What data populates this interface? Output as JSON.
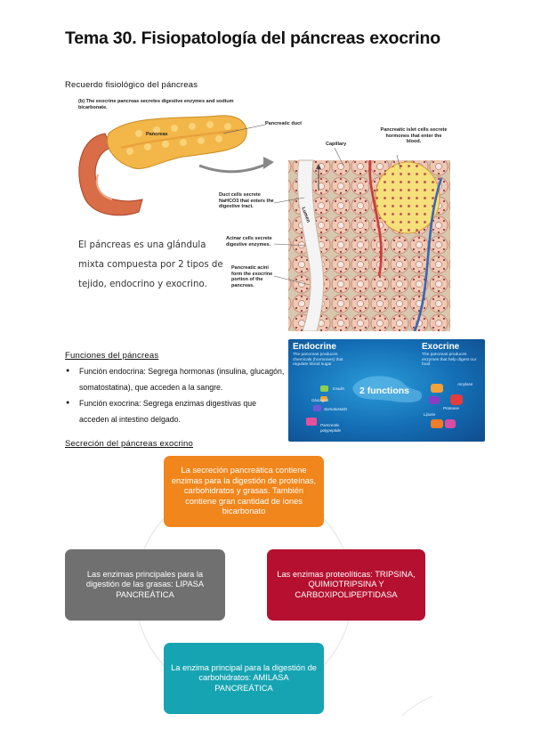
{
  "title": "Tema 30. Fisiopatología del páncreas exocrino",
  "section1": "Recuerdo fisiológico del páncreas",
  "figure_top": {
    "header": "(b) The exocrine pancreas secretes digestive enzymes and sodium bicarbonate.",
    "pancreas": "Pancreas",
    "pancreatic_duct": "Pancreatic duct",
    "capillary": "Capillary",
    "islet": "Pancreatic islet cells secrete hormones that enter the blood.",
    "duct_cells": "Duct cells secrete NaHCO3 that enters the digestive tract.",
    "lumen": "Lumen",
    "acinar": "Acinar cells secrete digestive enzymes.",
    "acini": "Pancreatic acini form the exocrine portion of the pancreas.",
    "caption": "El páncreas es una glándula mixta compuesta por 2 tipos de tejido, endocrino y exocrino."
  },
  "section2": "Funciones del páncreas",
  "bullets": [
    "Función endocrina: Segrega hormonas (insulina, glucagón, somatostatina), que acceden a la sangre.",
    "Función exocrina: Segrega enzimas digestivas que acceden al intestino delgado."
  ],
  "infographic": {
    "endocrine": "Endocrine",
    "endocrine_sub": "The pancreas produces chemicals (hormones) that regulate blood sugar",
    "exocrine": "Exocrine",
    "exocrine_sub": "The pancreas produces enzymes that help digest our food",
    "center": "2 functions",
    "insulin": "Insulin",
    "glucagon": "Glucagon",
    "somatostatin": "Somatostatin",
    "polypeptide": "Pancreatic polypeptide",
    "amylase": "Amylase",
    "protease": "Protease",
    "lipase": "Lipase"
  },
  "section3": "Secreción del páncreas exocrino",
  "cycle": {
    "top": "La secreción pancreática contiene enzimas para la digestión de proteínas, carbohidratos y grasas. También contiene gran cantidad de iones bicarbonato",
    "right": "Las enzimas proteolíticas: TRIPSINA, QUIMIOTRIPSINA Y CARBOXIPOLIPEPTIDASA",
    "bottom": "La enzima principal para la digestión de carbohidratos: AMILASA PANCREÁTICA",
    "left": "Las enzimas principales para la digestión de las grasas: LIPASA PANCREÁTICA"
  },
  "colors": {
    "orange": "#f0861c",
    "red": "#b5102f",
    "teal": "#16a4b2",
    "gray": "#707070"
  }
}
